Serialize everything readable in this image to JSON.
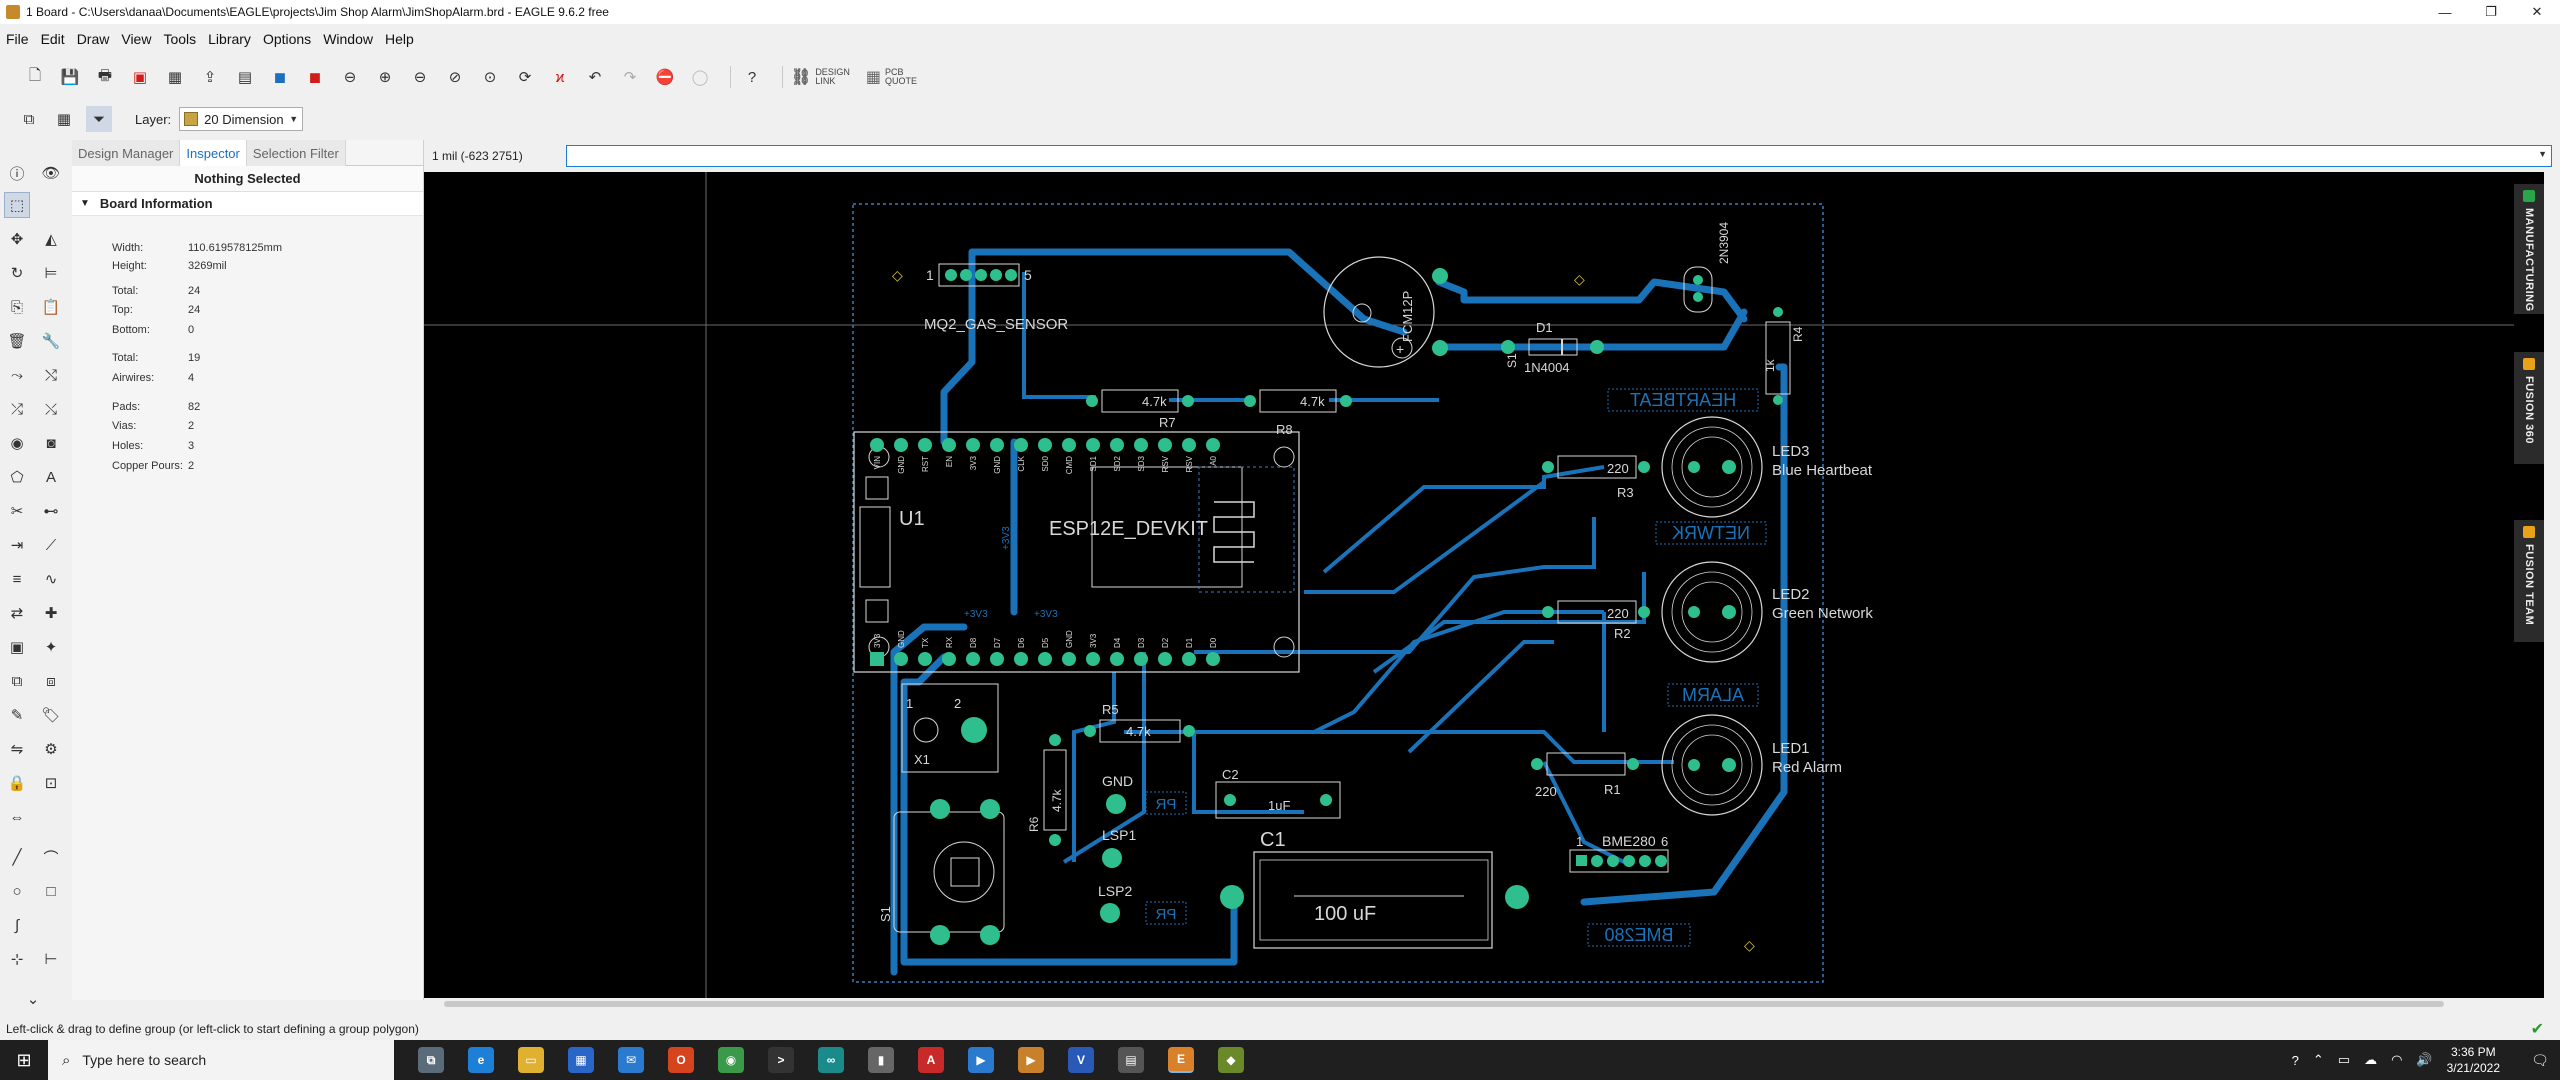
{
  "window": {
    "title": "1 Board - C:\\Users\\danaa\\Documents\\EAGLE\\projects\\Jim Shop Alarm\\JimShopAlarm.brd - EAGLE 9.6.2 free",
    "minimize": "—",
    "maximize": "❐",
    "close": "✕"
  },
  "menu": [
    "File",
    "Edit",
    "Draw",
    "View",
    "Tools",
    "Library",
    "Options",
    "Window",
    "Help"
  ],
  "toolbar": {
    "design_link": [
      "DESIGN",
      "LINK"
    ],
    "pcb_quote": [
      "PCB",
      "QUOTE"
    ]
  },
  "layer_bar": {
    "label": "Layer:",
    "selected": "20 Dimension",
    "swatch_color": "#c7a545"
  },
  "side_panel": {
    "tabs": [
      {
        "label": "Design Manager",
        "active": false
      },
      {
        "label": "Inspector",
        "active": true
      },
      {
        "label": "Selection Filter",
        "active": false
      }
    ],
    "selection": "Nothing Selected",
    "section": "Board Information",
    "rows": [
      {
        "k": "Width:",
        "v": "110.619578125mm"
      },
      {
        "k": "Height:",
        "v": "3269mil"
      },
      {
        "k": "Total:",
        "v": "24"
      },
      {
        "k": "Top:",
        "v": "24"
      },
      {
        "k": "Bottom:",
        "v": "0"
      },
      {
        "k": "Total:",
        "v": "19"
      },
      {
        "k": "Airwires:",
        "v": "4"
      },
      {
        "k": "Pads:",
        "v": "82"
      },
      {
        "k": "Vias:",
        "v": "2"
      },
      {
        "k": "Holes:",
        "v": "3"
      },
      {
        "k": "Copper Pours:",
        "v": "2"
      }
    ]
  },
  "command": {
    "coordinate": "1 mil (-623 2751)",
    "value": ""
  },
  "board": {
    "labels": {
      "mq2": "MQ2_GAS_SENSOR",
      "u1": "U1",
      "esp": "ESP12E_DEVKIT",
      "fcm": "FCM12P",
      "s1_top": "S1",
      "d1": "D1",
      "in4004": "1N4004",
      "q1": "2N3904",
      "r4": "R4",
      "r4val": "1k",
      "r7": "R7",
      "r7val": "4.7k",
      "r8": "R8",
      "r8val": "4.7k",
      "heartbeat": "HEARTBEAT",
      "netwrk": "NETWRK",
      "alarm": "ALARM",
      "bme_silk": "BME280",
      "led3": "LED3",
      "led3_desc": "Blue Heartbeat",
      "r3": "R3",
      "r3val": "220",
      "led2": "LED2",
      "led2_desc": "Green Network",
      "r2": "R2",
      "r2val": "220",
      "led1": "LED1",
      "led1_desc": "Red Alarm",
      "r1": "R1",
      "r1val": "220",
      "r5": "R5",
      "r5val": "4.7k",
      "r6": "R6",
      "r6val": "4.7k",
      "c2": "C2",
      "c2val": "1uF",
      "c1": "C1",
      "c1val": "100 uF",
      "gnd": "GND",
      "lsp1": "LSP1",
      "lsp2": "LSP2",
      "x1": "X1",
      "s1": "S1",
      "bme280": "BME280",
      "bme_pin1": "1",
      "bme_pin6": "6",
      "mq_pin1": "1",
      "mq_pin5": "5",
      "x1_pin1": "1",
      "x1_pin2": "2",
      "p3v3": "+3V3",
      "pr_tag": "PR",
      "esp_top_pins": [
        "VIN",
        "GND",
        "RST",
        "EN",
        "3V3",
        "GND",
        "CLK",
        "SD0",
        "CMD",
        "SD1",
        "SD2",
        "SD3",
        "RSV",
        "RSV",
        "A0"
      ],
      "esp_bot_pins": [
        "3V3",
        "GND",
        "TX",
        "RX",
        "D8",
        "D7",
        "D6",
        "D5",
        "GND",
        "3V3",
        "D4",
        "D3",
        "D2",
        "D1",
        "D0"
      ]
    }
  },
  "right_tabs": [
    {
      "label": "MANUFACTURING",
      "color": "#2aa64a"
    },
    {
      "label": "FUSION 360",
      "color": "#e8a21a"
    },
    {
      "label": "FUSION TEAM",
      "color": "#e8a21a"
    }
  ],
  "status": "Left-click & drag to define group (or left-click to start defining a group polygon)",
  "taskbar": {
    "search_placeholder": "Type here to search",
    "time": "3:36 PM",
    "date": "3/21/2022"
  }
}
